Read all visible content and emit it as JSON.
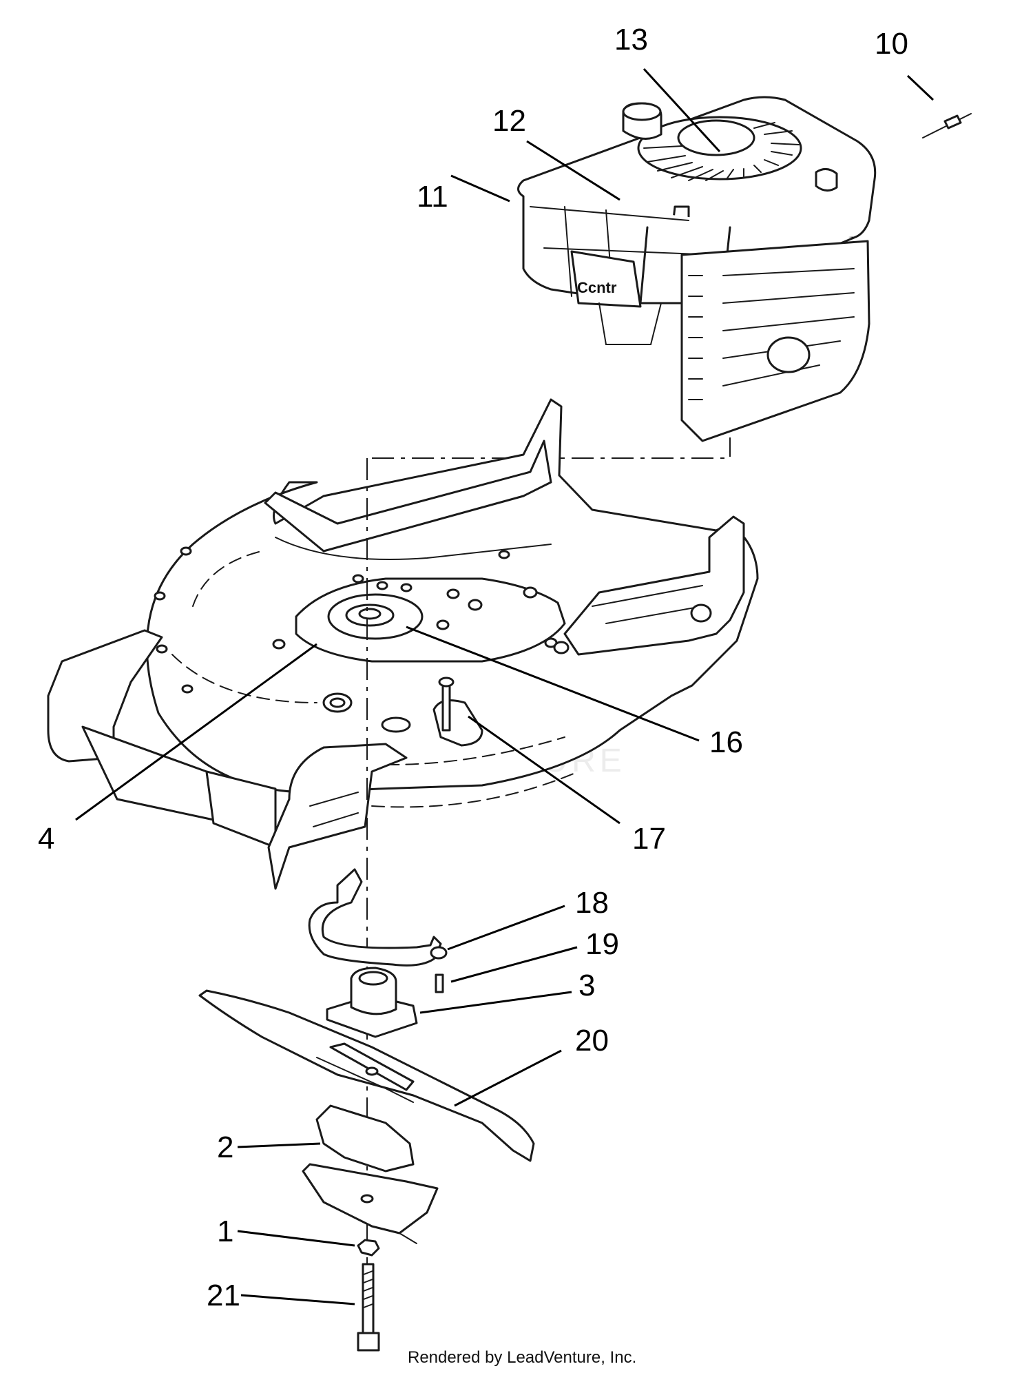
{
  "callouts": {
    "c1": "1",
    "c2": "2",
    "c3": "3",
    "c4": "4",
    "c10": "10",
    "c11": "11",
    "c12": "12",
    "c13": "13",
    "c16": "16",
    "c17": "17",
    "c18": "18",
    "c19": "19",
    "c20": "20",
    "c21": "21"
  },
  "engine_label": "Ccntr",
  "watermark": "LEADVENTURE",
  "credit": "Rendered by LeadVenture, Inc."
}
